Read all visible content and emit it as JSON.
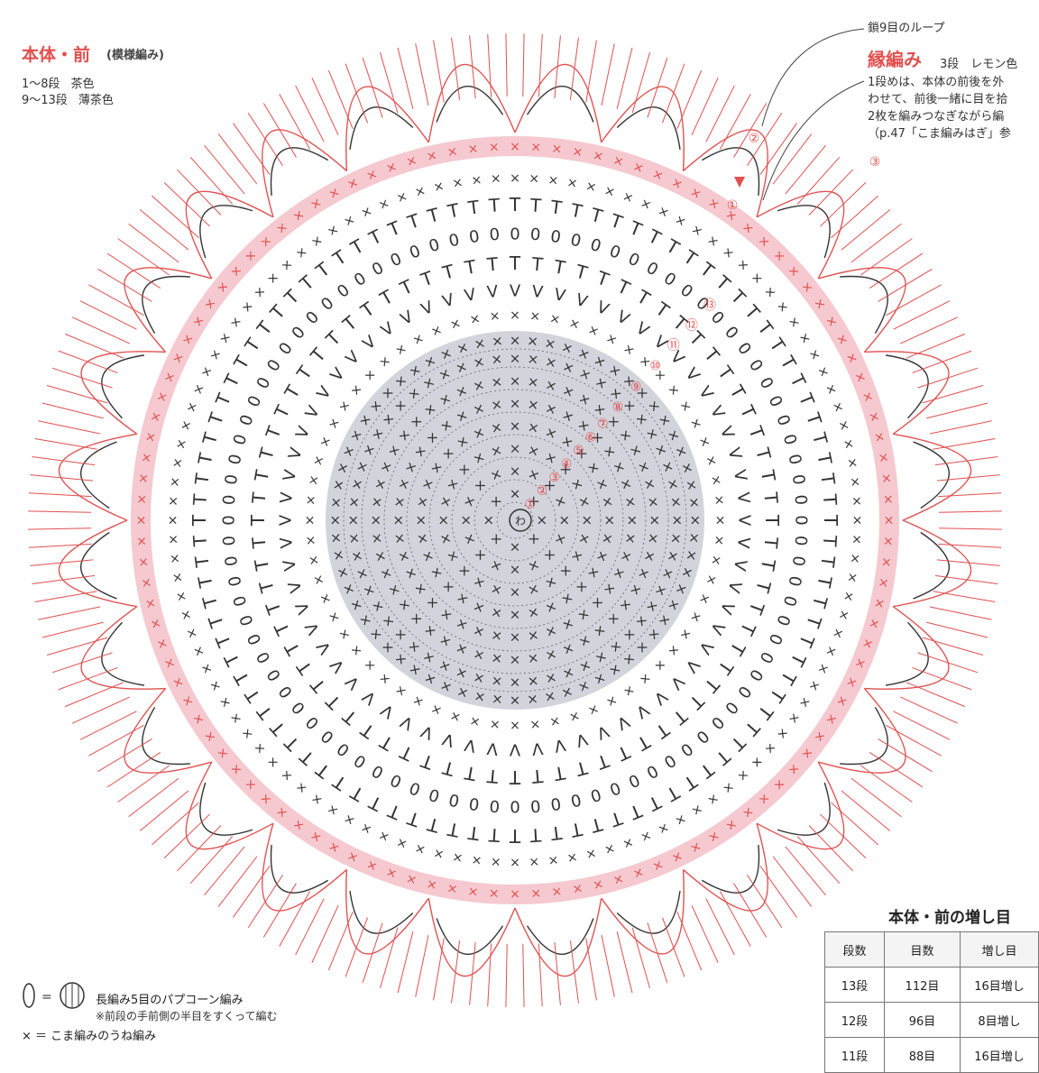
{
  "header": {
    "title": "本体・前",
    "subtitle": "(模様編み)",
    "rows": [
      {
        "range": "1〜8段",
        "color": "茶色"
      },
      {
        "range": "9〜13段",
        "color": "薄茶色"
      }
    ]
  },
  "edge": {
    "loop_label": "鎖9目のループ",
    "title": "縁編み",
    "detail": "3段　レモン色",
    "notes": [
      "1段めは、本体の前後を外",
      "わせて、前後一緒に目を拾",
      "2枚を編みつなぎながら編",
      "（p.47「こま編みはぎ」参"
    ]
  },
  "row_markers": [
    "①",
    "②",
    "③",
    "④",
    "⑤",
    "⑥",
    "⑦",
    "⑧",
    "⑨",
    "⑩",
    "⑪",
    "⑫",
    "⑬"
  ],
  "edge_markers": [
    "①",
    "②",
    "③"
  ],
  "center_label": "わ",
  "increase_table": {
    "title": "本体・前の増し目",
    "headers": [
      "段数",
      "目数",
      "増し目"
    ],
    "rows": [
      [
        "13段",
        "112目",
        "16目増し"
      ],
      [
        "12段",
        "96目",
        "8目増し"
      ],
      [
        "11段",
        "88目",
        "16目増し"
      ]
    ]
  },
  "legend": {
    "popcorn": "長編み5目のパプコーン編み",
    "popcorn_note": "※前段の手前側の半目をすくって編む",
    "sc_back": "＝ こま編みのうね編み"
  },
  "colors": {
    "brown": "#333333",
    "edge_red": "#e0504f",
    "pink_band": "#f5c9cf",
    "center_fill": "#d3d3dc"
  }
}
